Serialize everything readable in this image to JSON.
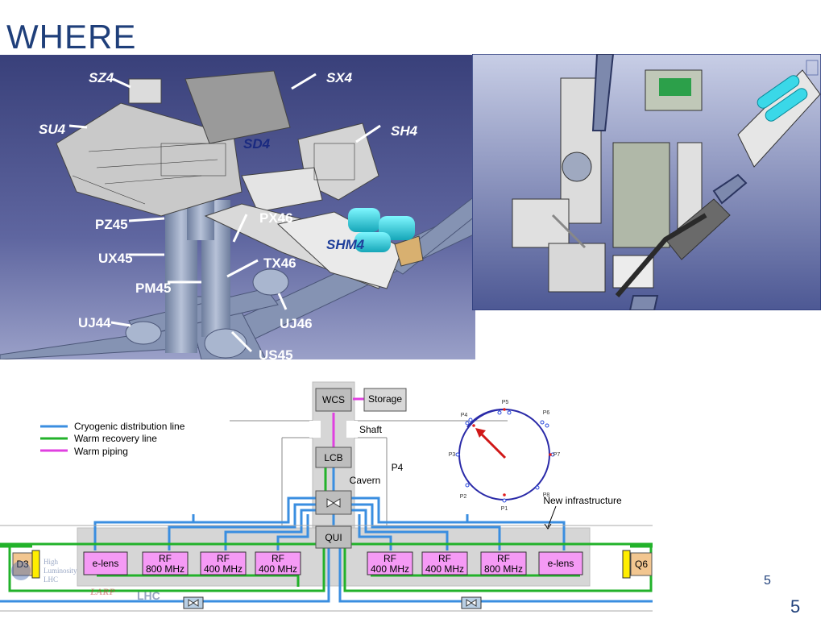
{
  "title": "WHERE",
  "cavern_labels": {
    "SZ4": "SZ4",
    "SX4": "SX4",
    "SU4": "SU4",
    "SH4": "SH4",
    "SD4": "SD4",
    "PX46": "PX46",
    "PZ45": "PZ45",
    "SHM4": "SHM4",
    "UX45": "UX45",
    "TX46": "TX46",
    "PM45": "PM45",
    "UJ44": "UJ44",
    "UJ46": "UJ46",
    "US45": "US45"
  },
  "legend": {
    "cryo": "Cryogenic distribution line",
    "warm_recovery": "Warm recovery line",
    "warm_piping": "Warm piping",
    "colors": {
      "cryo": "#3a8ee0",
      "warm_recovery": "#22b22a",
      "warm_piping": "#e040e0"
    }
  },
  "schematic": {
    "wcs": "WCS",
    "storage": "Storage",
    "shaft": "Shaft",
    "lcb": "LCB",
    "p4": "P4",
    "cavern": "Cavern",
    "qui": "QUI",
    "new_infrastructure": "New infrastructure",
    "d3": "D3",
    "q6": "Q6",
    "e_lens": "e-lens",
    "rf": "RF",
    "freq_800": "800 MHz",
    "freq_400": "400 MHz"
  },
  "ring": {
    "P1": "P1",
    "P2": "P2",
    "P3": "P3",
    "P4": "P4",
    "P5": "P5",
    "P6": "P6",
    "P7": "P7",
    "P8": "P8"
  },
  "slide_number": "5",
  "slide_number_small": "5"
}
